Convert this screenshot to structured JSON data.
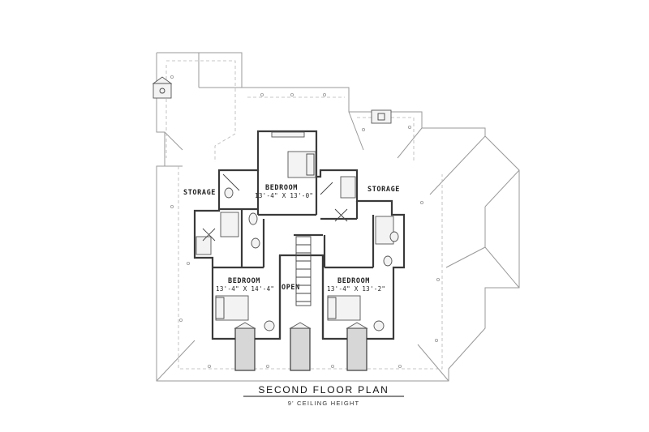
{
  "plan": {
    "title": "SECOND FLOOR PLAN",
    "subtitle": "9' CEILING HEIGHT"
  },
  "rooms": {
    "storage_left": {
      "name": "STORAGE"
    },
    "storage_right": {
      "name": "STORAGE"
    },
    "bedroom_top": {
      "name": "BEDROOM",
      "dimensions": "13'-4\" X 13'-0\""
    },
    "bedroom_left": {
      "name": "BEDROOM",
      "dimensions": "13'-4\" X 14'-4\""
    },
    "bedroom_right": {
      "name": "BEDROOM",
      "dimensions": "13'-4\" X 13'-2\""
    },
    "open": {
      "name": "OPEN"
    }
  },
  "colors": {
    "walls": "#3a3a3a",
    "wall_fill": "#d7d7d7",
    "roof_lines": "#9a9a9a",
    "background": "#ffffff"
  }
}
